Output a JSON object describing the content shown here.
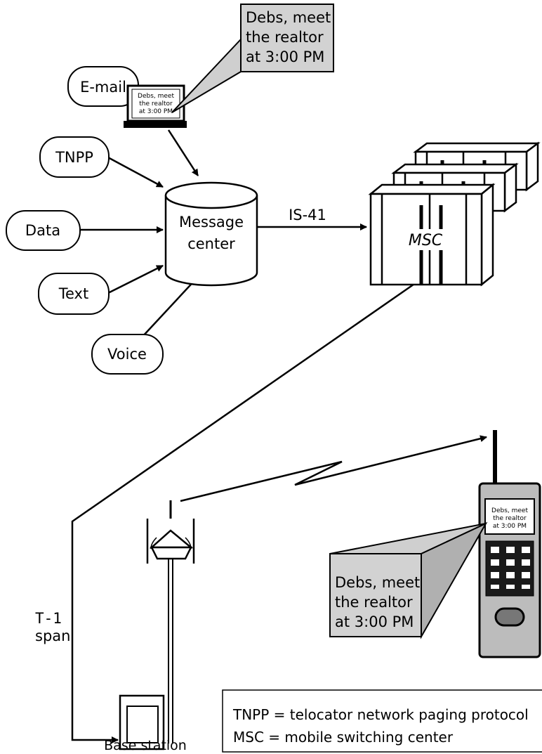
{
  "inputs": {
    "email": "E-mail",
    "tnpp": "TNPP",
    "data": "Data",
    "text": "Text",
    "voice": "Voice"
  },
  "message_center": {
    "line1": "Message",
    "line2": "center"
  },
  "link_label": "IS-41",
  "msc_label": "MSC",
  "laptop_screen": [
    "Debs, meet",
    "the realtor",
    "at 3:00 PM"
  ],
  "laptop_callout": [
    "Debs, meet",
    "the realtor",
    "at 3:00 PM"
  ],
  "pager_screen": [
    "Debs, meet",
    "the realtor",
    "at 3:00 PM"
  ],
  "pager_callout": [
    "Debs, meet",
    "the realtor",
    "at 3:00 PM"
  ],
  "span_label": {
    "line1": "T-1",
    "line2": "span"
  },
  "base_station_label": "Base station",
  "legend": [
    "TNPP = telocator network paging protocol",
    "MSC = mobile switching center"
  ]
}
